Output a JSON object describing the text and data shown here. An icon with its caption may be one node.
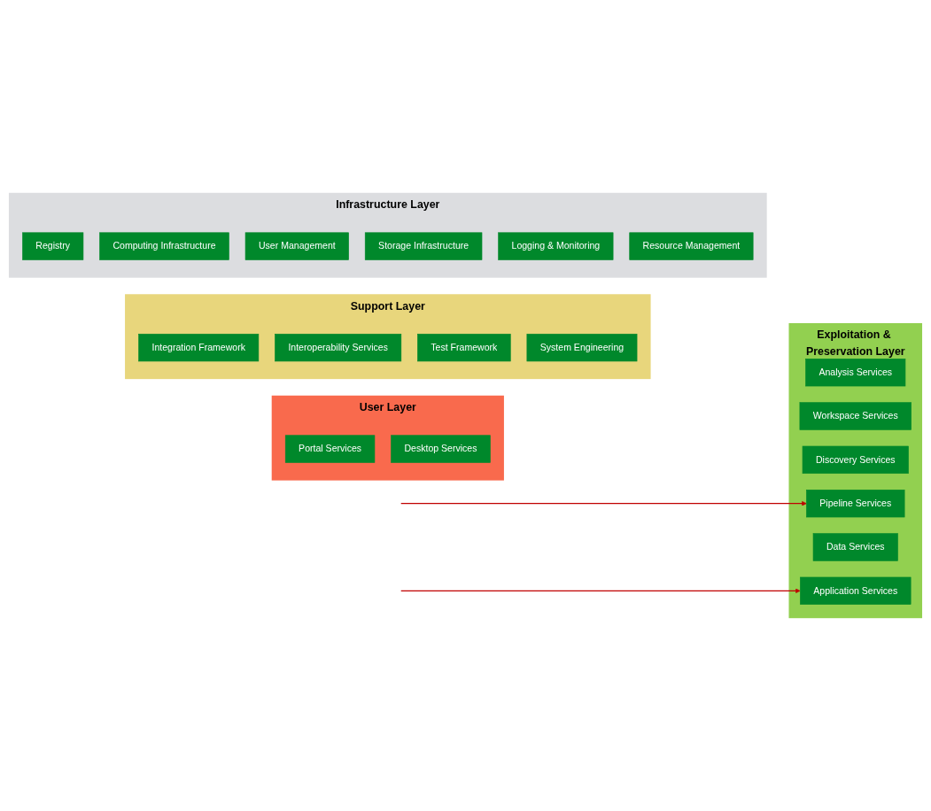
{
  "diagram": {
    "nodes": [
      {
        "text": [
          "User Layer"
        ]
      },
      {
        "text": [
          "Portal Services"
        ],
        "in": 0
      },
      {
        "text": [
          "Desktop Services"
        ],
        "in": 0
      },
      {
        "text": [
          "Exploitation & Preservation Layer"
        ]
      },
      {
        "text": [
          "Analysis Services"
        ],
        "in": 3
      },
      {
        "text": [
          "Workspace Services"
        ],
        "in": 3
      },
      {
        "text": [
          "Discovery Services"
        ],
        "in": 3
      },
      {
        "text": [
          "Pipeline Services"
        ],
        "in": 3
      },
      {
        "text": [
          "Data Services"
        ],
        "in": 3
      },
      {
        "text": [
          "Application Services"
        ],
        "in": 3
      },
      {
        "text": [
          "Support Layer"
        ]
      },
      {
        "text": [
          "Integration Framework"
        ],
        "in": 10
      },
      {
        "text": [
          "Interoperability Services"
        ],
        "in": 10
      },
      {
        "text": [
          "Test Framework"
        ],
        "in": 10
      },
      {
        "text": [
          "System Engineering"
        ],
        "in": 10
      },
      {
        "text": [
          "Infrastructure Layer"
        ]
      },
      {
        "text": [
          "Registry"
        ],
        "in": 15
      },
      {
        "text": [
          "Computing Infrastructure"
        ],
        "in": 15
      },
      {
        "text": [
          "User Management"
        ],
        "in": 15
      },
      {
        "text": [
          "Storage Infrastructure"
        ],
        "in": 15
      },
      {
        "text": [
          "Logging & Monitoring"
        ],
        "in": 15
      },
      {
        "text": [
          "Resource Management"
        ],
        "in": 15
      }
    ],
    "edges": [
      {
        "from": null,
        "to": 9,
        "arrow": "to",
        "color": "#c00000"
      },
      {
        "from": null,
        "to": 7,
        "arrow": "to",
        "color": "#c00000"
      }
    ]
  }
}
